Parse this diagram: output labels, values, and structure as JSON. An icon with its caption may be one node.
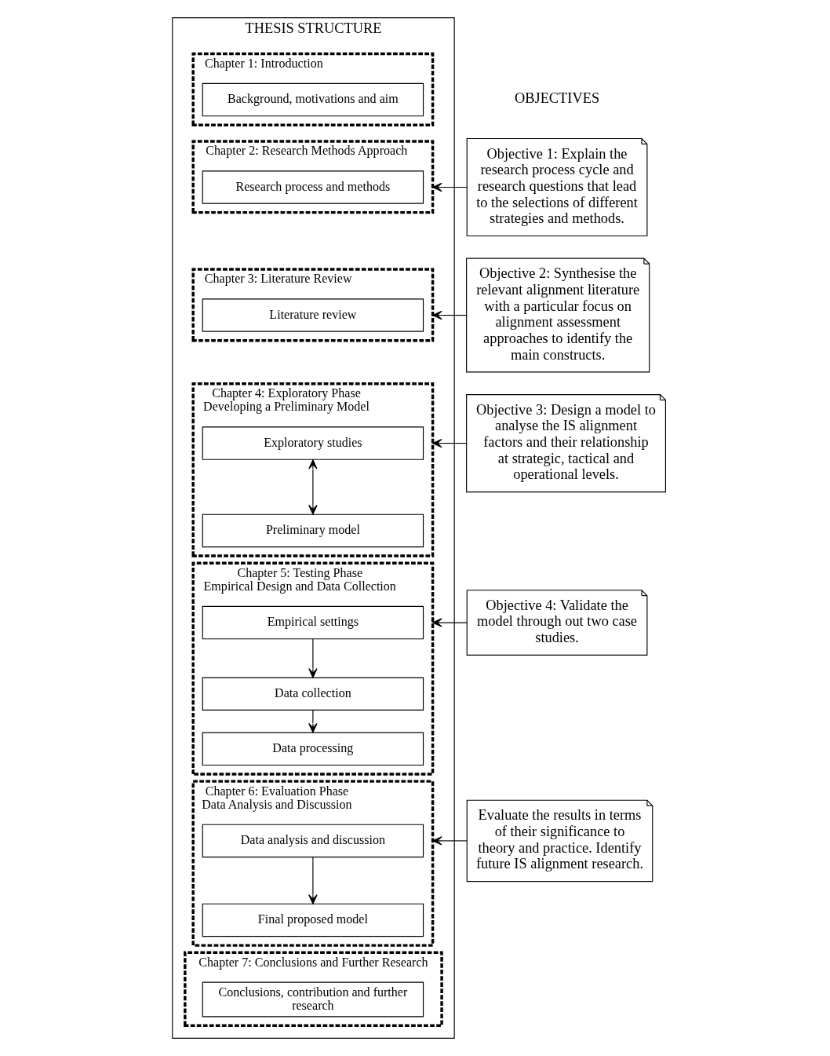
{
  "diagram": {
    "nodes": [
      {
        "text": [
          "THESIS STRUCTURE"
        ]
      },
      {
        "text": [
          "Chapter 1: Introduction"
        ],
        "in": 0
      },
      {
        "text": [
          "Background, motivations and aim"
        ],
        "in": 1
      },
      {
        "text": [
          "Chapter 2: Research Methods Approach"
        ],
        "in": 0
      },
      {
        "text": [
          "Research process and methods"
        ],
        "in": 3
      },
      {
        "text": [
          "Chapter 3: Literature Review"
        ],
        "in": 0
      },
      {
        "text": [
          "Literature review"
        ],
        "in": 5
      },
      {
        "text": [
          "Chapter 4: Exploratory Phase",
          "Developing a Preliminary Model"
        ],
        "in": 0
      },
      {
        "text": [
          "Exploratory studies"
        ],
        "in": 7
      },
      {
        "text": [
          "Preliminary model"
        ],
        "in": 7
      },
      {
        "text": [
          "Chapter 5: Testing Phase",
          "Empirical Design and Data Collection"
        ],
        "in": 0
      },
      {
        "text": [
          "Empirical settings"
        ],
        "in": 10
      },
      {
        "text": [
          "Data collection"
        ],
        "in": 10
      },
      {
        "text": [
          "Data processing"
        ],
        "in": 10
      },
      {
        "text": [
          "Chapter 6: Evaluation Phase",
          "Data Analysis and Discussion"
        ],
        "in": 0
      },
      {
        "text": [
          "Data analysis and discussion"
        ],
        "in": 14
      },
      {
        "text": [
          "Final proposed model"
        ],
        "in": 14
      },
      {
        "text": [
          "Chapter 7: Conclusions and Further Research"
        ],
        "in": 0
      },
      {
        "text": [
          "Conclusions, contribution and further research"
        ],
        "in": 17
      },
      {
        "text": [
          "Objective 1: Explain the research process cycle and research questions that lead to the selections of different strategies and methods."
        ]
      },
      {
        "text": [
          "Objective 2: Synthesise the relevant alignment literature with a particular focus on alignment assessment approaches to identify the main constructs."
        ]
      },
      {
        "text": [
          "Objective 3: Design a model to analyse the IS alignment factors and their relationship at strategic, tactical and operational levels."
        ]
      },
      {
        "text": [
          "Objective 4: Validate the model through out two case studies."
        ]
      },
      {
        "text": [
          "Evaluate the results in terms of their significance to theory and practice. Identify future IS alignment research."
        ]
      }
    ],
    "edges": [
      {
        "from": 19,
        "to": 3,
        "arrow": "to"
      },
      {
        "from": 20,
        "to": 5,
        "arrow": "to"
      },
      {
        "from": 21,
        "to": 7,
        "arrow": "to"
      },
      {
        "from": 8,
        "to": 9,
        "arrow": "both"
      },
      {
        "from": 22,
        "to": 10,
        "arrow": "to"
      },
      {
        "from": 11,
        "to": 12,
        "arrow": "to"
      },
      {
        "from": 12,
        "to": 13,
        "arrow": "to"
      },
      {
        "from": 23,
        "to": 14,
        "arrow": "to"
      },
      {
        "from": 15,
        "to": 16,
        "arrow": "to"
      }
    ],
    "labels": [
      "OBJECTIVES"
    ]
  }
}
